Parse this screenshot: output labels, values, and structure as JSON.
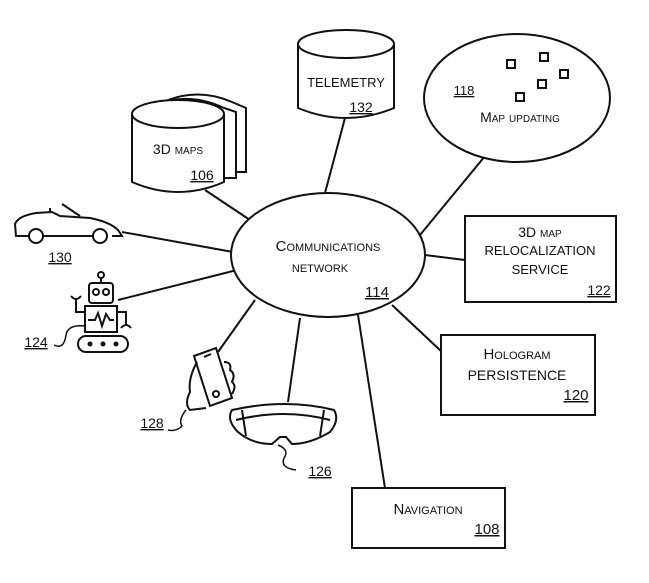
{
  "diagram": {
    "hub": {
      "line1": "Communications",
      "line2": "network",
      "ref": "114"
    },
    "nodes": {
      "maps3d": {
        "label": "3D maps",
        "ref": "106",
        "shape": "stacked-cylinder"
      },
      "telemetry": {
        "label": "TELEMETRY",
        "ref": "132",
        "shape": "cylinder"
      },
      "map_updating": {
        "label": "Map updating",
        "ref": "118",
        "shape": "ellipse"
      },
      "relocalization": {
        "line1": "3D map",
        "line2": "relocalization",
        "line3": "service",
        "ref": "122",
        "shape": "rectangle"
      },
      "hologram": {
        "line1": "Hologram",
        "line2": "persistence",
        "ref": "120",
        "shape": "rectangle"
      },
      "navigation": {
        "label": "Navigation",
        "ref": "108",
        "shape": "rectangle"
      },
      "car": {
        "ref": "130",
        "icon": "car-icon"
      },
      "robot": {
        "ref": "124",
        "icon": "robot-icon"
      },
      "phone": {
        "ref": "128",
        "icon": "hand-holding-phone-icon"
      },
      "headset": {
        "ref": "126",
        "icon": "mixed-reality-headset-icon"
      }
    },
    "connections": [
      [
        "hub",
        "maps3d"
      ],
      [
        "hub",
        "telemetry"
      ],
      [
        "hub",
        "map_updating"
      ],
      [
        "hub",
        "relocalization"
      ],
      [
        "hub",
        "hologram"
      ],
      [
        "hub",
        "navigation"
      ],
      [
        "hub",
        "car"
      ],
      [
        "hub",
        "robot"
      ],
      [
        "hub",
        "phone"
      ],
      [
        "hub",
        "headset"
      ]
    ]
  }
}
